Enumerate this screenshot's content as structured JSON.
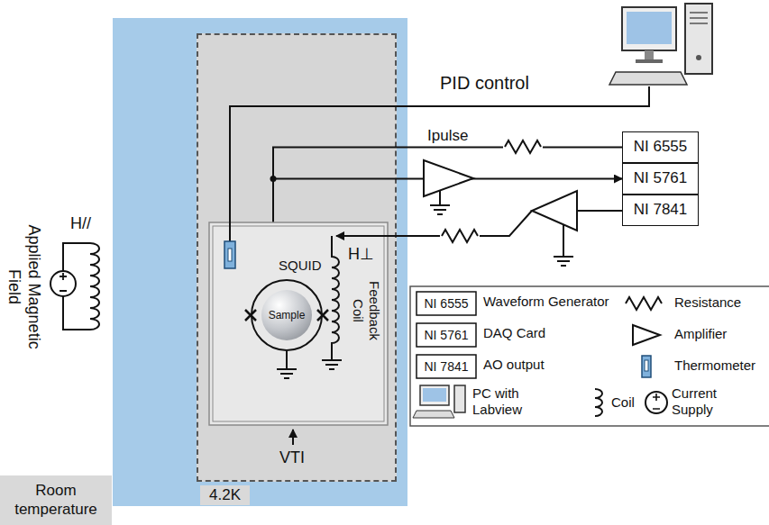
{
  "diagram": {
    "nodes": [
      {
        "text": [
          "Room temperature"
        ]
      },
      {
        "text": [
          "4.2K"
        ]
      },
      {
        "text": [
          "VTI"
        ],
        "in": 1
      },
      {
        "text": [
          "SQUID"
        ],
        "in": 2
      },
      {
        "text": [
          "Sample"
        ],
        "in": 3
      },
      {
        "text": [
          "NI 6555"
        ]
      },
      {
        "text": [
          "NI 5761"
        ]
      },
      {
        "text": [
          "NI 7841"
        ]
      }
    ],
    "edges": [
      {
        "from": 5,
        "to": 3,
        "label": "Ipulse",
        "arrow": "to"
      },
      {
        "from": 3,
        "to": 6,
        "arrow": "to"
      }
    ],
    "labels": [
      "PID control",
      "H//",
      "Applied Magnetic Field",
      "H⊥",
      "Feedback Coil",
      "NI 6555",
      "NI 5761",
      "NI 7841"
    ],
    "legend": [
      {
        "text": "Waveform Generator"
      },
      {
        "text": "DAQ Card"
      },
      {
        "text": "AO output"
      },
      {
        "text": "PC with Labview"
      },
      {
        "text": "Resistance"
      },
      {
        "text": "Amplifier"
      },
      {
        "text": "Thermometer"
      },
      {
        "text": "Coil"
      },
      {
        "text": "Current Supply"
      }
    ]
  }
}
